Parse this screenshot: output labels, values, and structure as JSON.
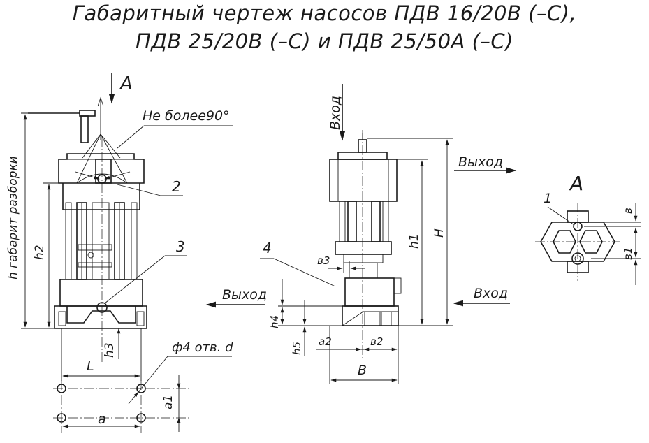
{
  "title": {
    "line1": "Габаритный чертеж насосов ПДВ 16/20В (–С),",
    "line2": "ПДВ 25/20В (–С) и ПДВ 25/50А (–С)"
  },
  "front_view": {
    "view_arrow": "А",
    "angle_note": "Не более90°",
    "callout_2": "2",
    "callout_3": "3",
    "dim_h": "h габарит разборки",
    "dim_h2": "h2",
    "dim_h3": "h3",
    "dim_L": "L",
    "holes_note": "ф4 отв. d",
    "dim_a": "a",
    "dim_a1": "a1"
  },
  "side_view": {
    "inlet_top": "Вход",
    "outlet_top": "Выход",
    "outlet_left": "Выход",
    "inlet_right": "Вход",
    "callout_4": "4",
    "dim_H": "H",
    "dim_h1": "h1",
    "dim_b3": "в3",
    "dim_h4": "h4",
    "dim_h5": "h5",
    "dim_a2": "a2",
    "dim_b2": "в2",
    "dim_B": "B"
  },
  "view_a": {
    "label": "А",
    "callout_1": "1",
    "dim_b": "в",
    "dim_b1": "в1"
  }
}
